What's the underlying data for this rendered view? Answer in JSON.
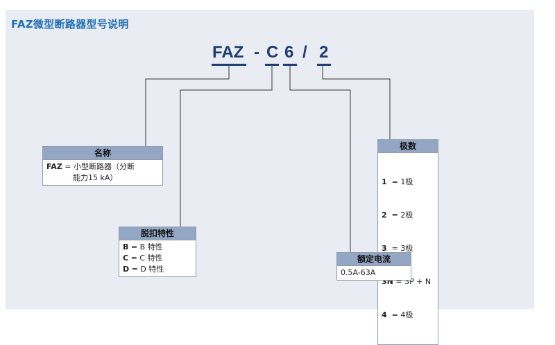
{
  "title": "FAZ微型断路器型号说明",
  "code": {
    "series": "FAZ",
    "sep1": "-",
    "curve": "C",
    "rated": "6",
    "sep2": "/",
    "poles": "2"
  },
  "box_name": {
    "header": "名称",
    "key": "FAZ",
    "text_line1": " = 小型断路器（分断",
    "text_line2": "能力15 kA）"
  },
  "box_trip": {
    "header": "脱扣特性",
    "rows": [
      {
        "key": "B",
        "text": " = B 特性"
      },
      {
        "key": "C",
        "text": " = C 特性"
      },
      {
        "key": "D",
        "text": " = D 特性"
      }
    ]
  },
  "box_poles": {
    "header": "极数",
    "rows": [
      {
        "key": "1",
        "text": "  = 1极"
      },
      {
        "key": "2",
        "text": "  = 2极"
      },
      {
        "key": "3",
        "text": "  = 3极"
      },
      {
        "key": "3N",
        "text": " = 3P + N"
      },
      {
        "key": "4",
        "text": "  = 4极"
      }
    ]
  },
  "box_current": {
    "header": "额定电流",
    "text": "0.5A-63A"
  }
}
